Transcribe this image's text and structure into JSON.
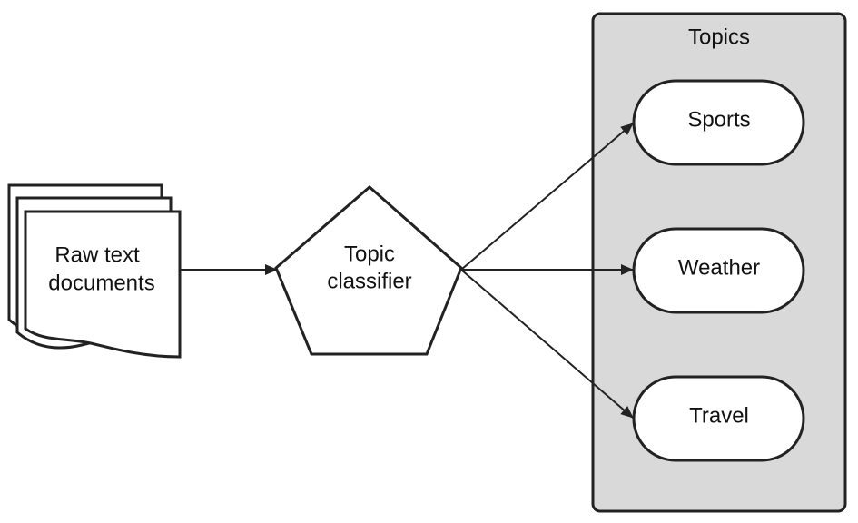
{
  "diagram": {
    "type": "flowchart",
    "nodes": {
      "documents": {
        "shape": "multi-document",
        "label_line1": "Raw text",
        "label_line2": "documents"
      },
      "classifier": {
        "shape": "pentagon",
        "label_line1": "Topic",
        "label_line2": "classifier"
      },
      "topics_group": {
        "shape": "rounded-rectangle",
        "title": "Topics",
        "items": [
          {
            "label": "Sports"
          },
          {
            "label": "Weather"
          },
          {
            "label": "Travel"
          }
        ]
      }
    },
    "edges": [
      {
        "from": "documents",
        "to": "classifier"
      },
      {
        "from": "classifier",
        "to": "Sports"
      },
      {
        "from": "classifier",
        "to": "Weather"
      },
      {
        "from": "classifier",
        "to": "Travel"
      }
    ],
    "colors": {
      "stroke": "#222222",
      "group_fill": "#d9d9d9",
      "node_fill": "#ffffff",
      "text": "#111111"
    }
  }
}
